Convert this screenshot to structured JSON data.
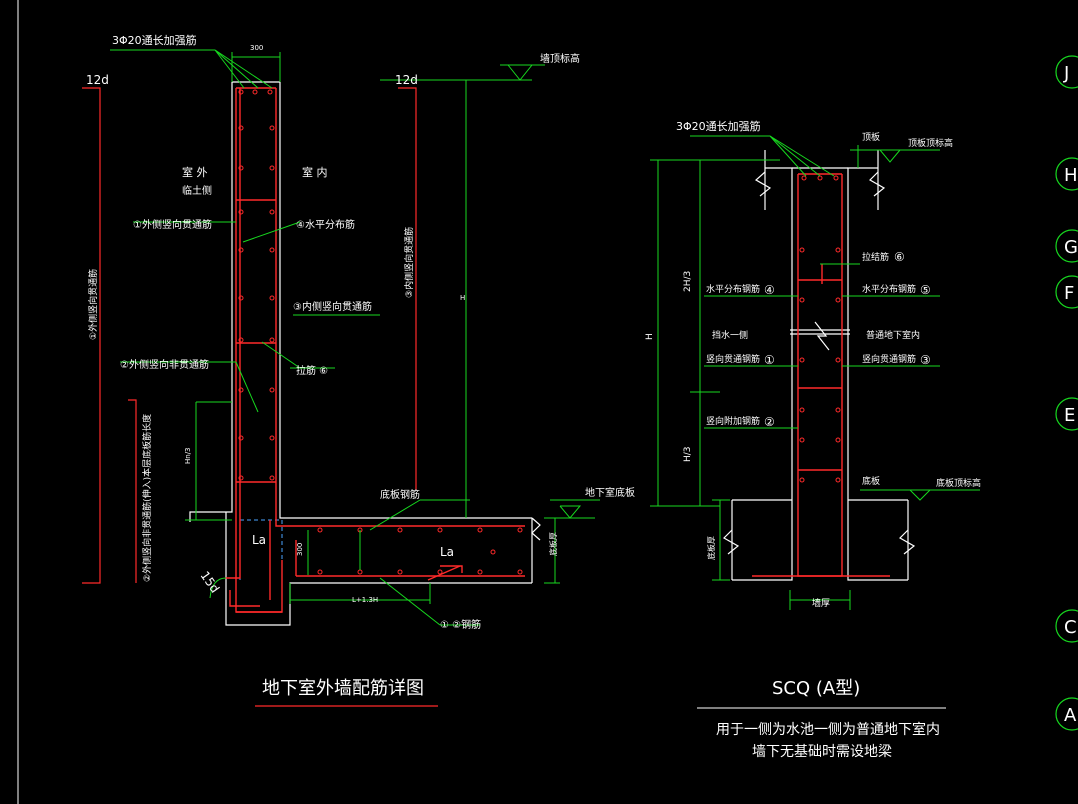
{
  "colors": {
    "background": "#000000",
    "concrete_outline": "#ffffff",
    "rebar": "#ff2a2a",
    "dimension": "#17d81f",
    "leader": "#17d81f",
    "text": "#ffffff",
    "hatch": "#4aa3ff"
  },
  "left_detail": {
    "title": "地下室外墙配筋详图",
    "labels": {
      "top_bars": "3Φ20通长加强筋",
      "wall_top_dim": "300",
      "outside_side": "室 外",
      "outside_soil": "临土侧",
      "inside": "室 内",
      "bar1": "①外侧竖向贯通筋",
      "bar4": "④水平分布筋",
      "bar3": "③内侧竖向贯通筋",
      "bar2": "②外侧竖向非贯通筋",
      "tie5": "拉筋 ⑥",
      "dev_left": "12d",
      "dev_right": "12d",
      "vert_bar1": "①外侧竖向贯通筋",
      "vert_bar3": "③内侧竖向贯通筋",
      "vert_bar2": "②外侧竖向非贯通筋(伸入)本层底板筋长度",
      "wall_top_elev": "墙顶标高",
      "slab_bars": "底板钢筋",
      "slab_elev": "地下室底板",
      "dim_H": "H",
      "dim_hn": "Hn/3",
      "la1": "La",
      "la2": "La",
      "hook": "15d",
      "dim_300": "300",
      "dim_slab": "底板厚",
      "dim_bottom": "L+1.3H",
      "bottom_callout": "①  ②钢筋"
    }
  },
  "right_detail": {
    "title": "SCQ (A型)",
    "subtitle_line1": "用于一侧为水池一侧为普通地下室内",
    "subtitle_line2": "墙下无基础时需设地梁",
    "labels": {
      "top_bars": "3Φ20通长加强筋",
      "top_slab": "顶板",
      "top_elev": "顶板顶标高",
      "tie": "拉结筋",
      "tie_no": "⑥",
      "horiz_left": "水平分布钢筋",
      "horiz_left_no": "④",
      "horiz_right": "水平分布钢筋",
      "horiz_right_no": "⑤",
      "water_side": "挡水一侧",
      "basement_side": "普通地下室内",
      "vert_left": "竖向贯通钢筋",
      "vert_left_no": "①",
      "vert_right": "竖向贯通钢筋",
      "vert_right_no": "③",
      "add_bar": "竖向附加钢筋",
      "add_bar_no": "②",
      "dim_2h3": "2H/3",
      "dim_H": "H",
      "dim_h3": "H/3",
      "bottom_slab": "底板",
      "bottom_elev": "底板顶标高",
      "slab_thk": "底板厚",
      "wall_thk": "墙厚"
    }
  },
  "grid_axes": [
    "J",
    "H",
    "G",
    "F",
    "E",
    "C",
    "A"
  ]
}
